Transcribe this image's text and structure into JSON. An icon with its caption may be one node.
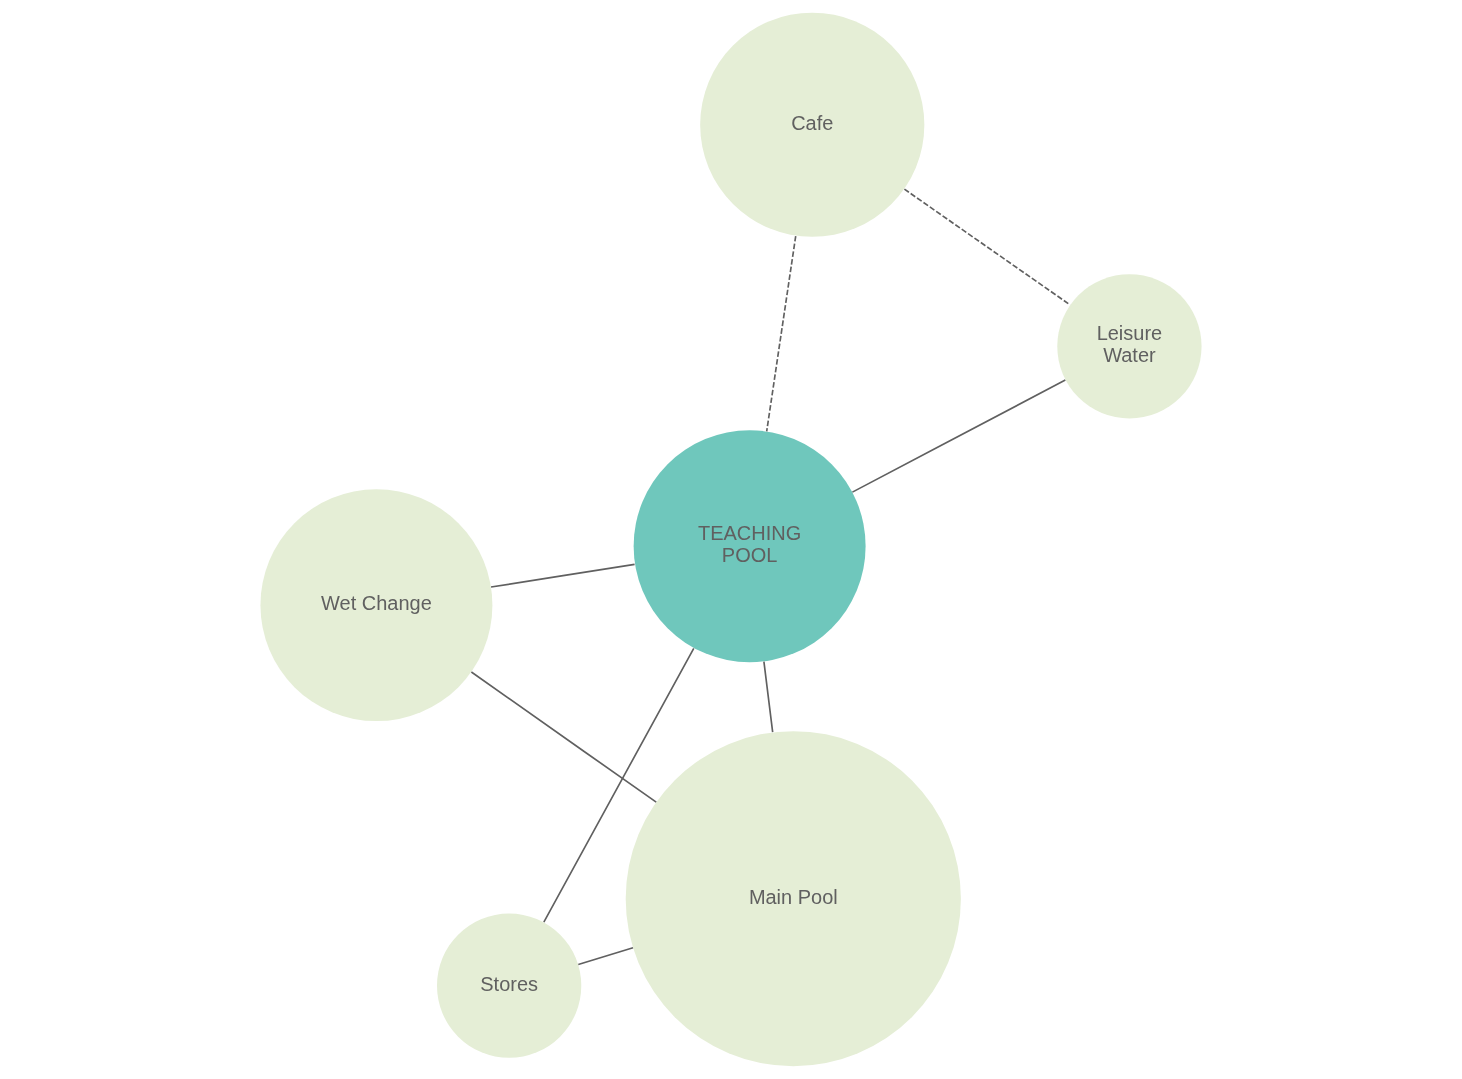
{
  "diagram": {
    "nodes": [
      {
        "text": [
          "Stores"
        ]
      },
      {
        "text": [
          "Main Pool"
        ]
      },
      {
        "text": [
          "TEACHING POOL"
        ]
      },
      {
        "text": [
          "Cafe"
        ]
      },
      {
        "text": [
          "Leisure Water"
        ]
      },
      {
        "text": [
          "Wet Change"
        ]
      }
    ],
    "edges": [
      {
        "from": 0,
        "to": 1,
        "arrow": "none"
      },
      {
        "from": 0,
        "to": 2,
        "arrow": "none"
      },
      {
        "from": 2,
        "to": 1,
        "arrow": "none"
      },
      {
        "from": 1,
        "to": 5,
        "arrow": "none"
      },
      {
        "from": 2,
        "to": 5,
        "arrow": "none"
      },
      {
        "from": 2,
        "to": 4,
        "arrow": "none"
      },
      {
        "from": 3,
        "to": 2,
        "arrow": "none",
        "style": "dashed"
      },
      {
        "from": 3,
        "to": 4,
        "arrow": "none",
        "style": "dashed"
      }
    ]
  }
}
